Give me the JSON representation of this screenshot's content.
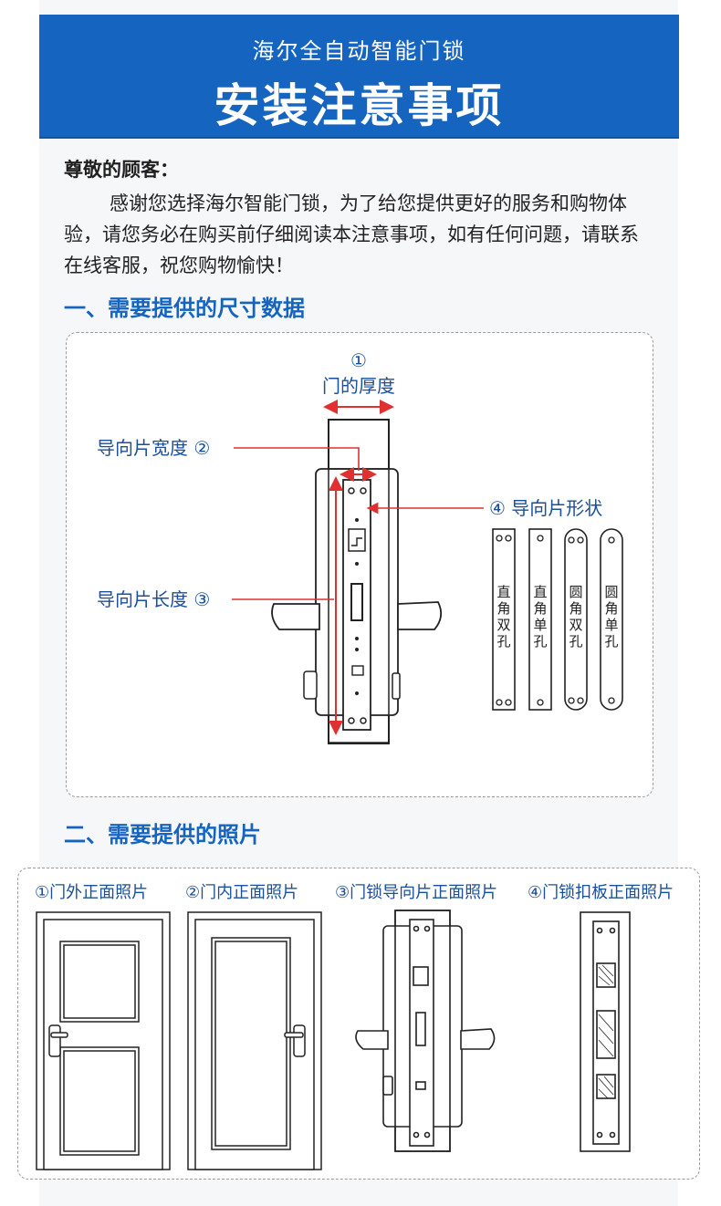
{
  "header": {
    "subtitle": "海尔全自动智能门锁",
    "title": "安装注意事项"
  },
  "intro": {
    "greeting": "尊敬的顾客：",
    "body": "感谢您选择海尔智能门锁，为了给您提供更好的服务和购物体验，请您务必在购买前仔细阅读本注意事项，如有任何问题，请联系在线客服，祝您购物愉快！"
  },
  "section1": {
    "title": "一、需要提供的尺寸数据",
    "num1": "①",
    "thickness_label": "门的厚度",
    "width_label": "导向片宽度 ②",
    "length_label": "导向片长度 ③",
    "shape_label": "④ 导向片形状",
    "shapes": [
      "直角双孔",
      "直角单孔",
      "圆角双孔",
      "圆角单孔"
    ]
  },
  "section2": {
    "title": "二、需要提供的照片",
    "captions": [
      "①门外正面照片",
      "②门内正面照片",
      "③门锁导向片正面照片",
      "④门锁扣板正面照片"
    ]
  },
  "colors": {
    "accent": "#1464c0",
    "annotation_red": "#e03030",
    "label_blue": "#1a4f9c"
  }
}
